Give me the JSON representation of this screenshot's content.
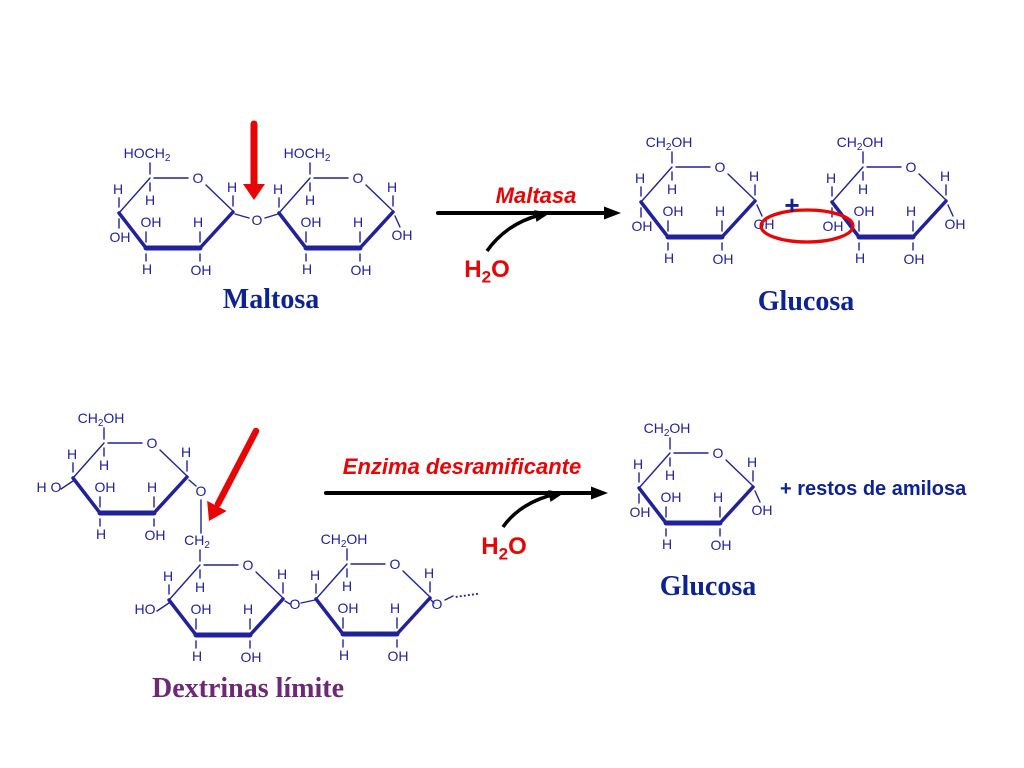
{
  "slide": {
    "background": "#ffffff"
  },
  "colors": {
    "structure_blue": "#21219b",
    "title_navy": "#0e2392",
    "enzyme_red": "#e60606",
    "dextrin_purple": "#6e2877",
    "arrow_black": "#000000"
  },
  "labels": {
    "maltosa_title": "Maltosa",
    "glucosa_title_top": "Glucosa",
    "glucosa_title_bottom": "Glucosa",
    "dextrinas_title": "Dextrinas límite",
    "maltasa_enzyme": "Maltasa",
    "desramificante_enzyme": "Enzima desramificante",
    "h2o_top": "H₂O",
    "h2o_bottom": "H₂O",
    "plus_sign": "+",
    "restos_amilosa": "+ restos de amilosa",
    "chain_continuation": "......"
  },
  "atoms": {
    "H": "H",
    "O": "O",
    "OH": "OH",
    "HO": "HO",
    "H O": "H O",
    "CH2OH": "CH₂OH",
    "HOCH2": "HOCH₂",
    "CH2": "CH₂"
  }
}
